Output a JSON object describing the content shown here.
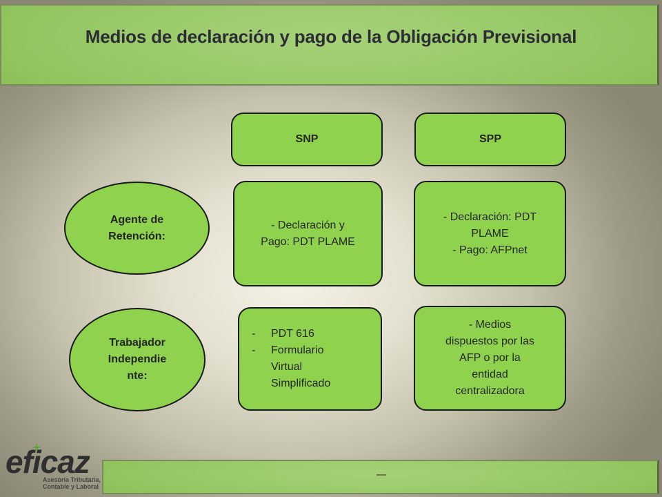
{
  "title": "Medios de declaración y pago de la Obligación Previsional",
  "columns": {
    "snp": "SNP",
    "spp": "SPP"
  },
  "rows": {
    "agente": {
      "label_lines": [
        "Agente de",
        "Retención:"
      ],
      "snp_lines": [
        "-  Declaración y",
        "Pago: PDT PLAME"
      ],
      "spp_lines": [
        "- Declaración: PDT",
        "PLAME",
        "- Pago: AFPnet"
      ]
    },
    "trabajador": {
      "label_lines": [
        "Trabajador",
        "Independie",
        "nte:"
      ],
      "snp_items": [
        "PDT 616",
        "Formulario Virtual Simplificado"
      ],
      "spp_lines": [
        "- Medios",
        "dispuestos por las",
        "AFP o por la",
        "entidad",
        "centralizadora"
      ]
    }
  },
  "logo": {
    "word": "eficaz",
    "tagline_lines": [
      "Asesoría Tributaria,",
      "Contable y Laboral"
    ]
  },
  "colors": {
    "box_fill": "#8ed24e",
    "header_fill": "#97c865",
    "title_text": "#2b2e35"
  }
}
